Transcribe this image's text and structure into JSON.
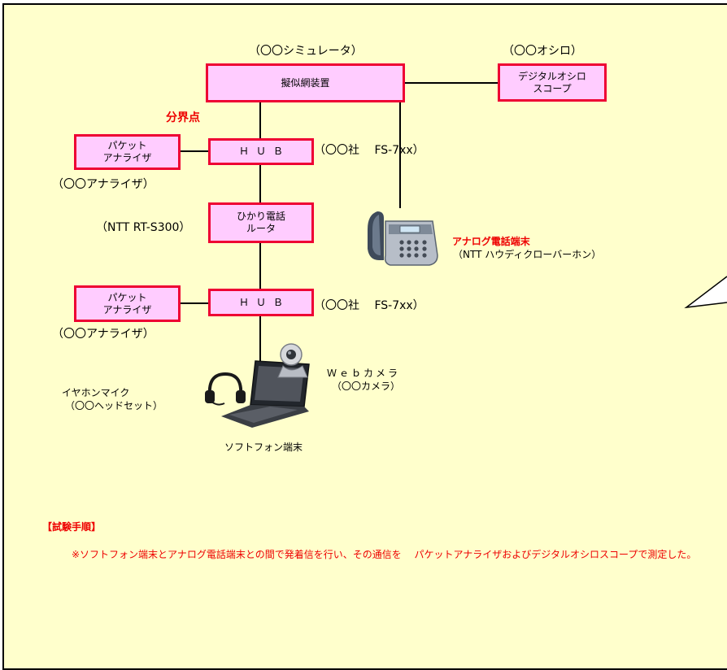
{
  "nodes": {
    "simulator": {
      "label": "擬似網装置",
      "model": "（〇〇シミュレータ）"
    },
    "oscilloscope": {
      "label": "デジタルオシロ\nスコープ",
      "model": "（〇〇オシロ）"
    },
    "demarcation_label": "分界点",
    "hub1": {
      "label": "ＨＵＢ",
      "model": "（〇〇社\n　FS-7xx）"
    },
    "analyzer1": {
      "label": "パケット\nアナライザ",
      "model": "（〇〇アナライザ）"
    },
    "router": {
      "label": "ひかり電話\nルータ",
      "model": "（NTT RT-S300）"
    },
    "analog_phone": {
      "label": "アナログ電話端末",
      "model": "（NTT ハウディクローバーホン）",
      "icon": "telephone-icon"
    },
    "hub2": {
      "label": "ＨＵＢ",
      "model": "（〇〇社\n　FS-7xx）"
    },
    "analyzer2": {
      "label": "パケット\nアナライザ",
      "model": "（〇〇アナライザ）"
    },
    "webcam": {
      "label": "Ｗｅｂカメラ",
      "model": "（〇〇カメラ）",
      "icon": "webcam-icon"
    },
    "headset": {
      "label": "イヤホンマイク",
      "model": "（〇〇ヘッドセット）",
      "icon": "headset-icon"
    },
    "softphone": {
      "label": "ソフトフォン端末",
      "icon": "laptop-icon"
    }
  },
  "procedure": {
    "heading": "【試験手順】",
    "text": "※ソフトフォン端末とアナログ電話端末との間で発着信を行い、その通信を\n　パケットアナライザおよびデジタルオシロスコープで測定した。"
  },
  "colors": {
    "box_fill": "#ffccff",
    "box_border": "#ee0033",
    "background": "#ffffcc",
    "label_red": "#ee0000"
  }
}
